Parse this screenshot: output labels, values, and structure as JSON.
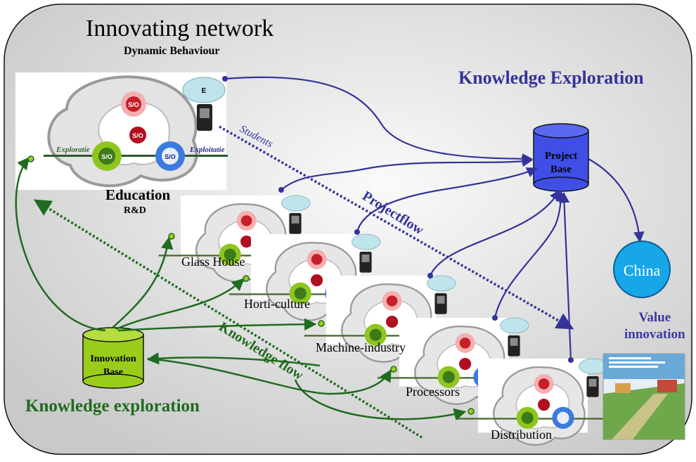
{
  "title": "Innovating network",
  "subtitle": "Dynamic Behaviour",
  "headings": {
    "knowledge_exploration_top": "Knowledge Exploration",
    "knowledge_exploration_bottom": "Knowledge exploration"
  },
  "education": {
    "label": "Education",
    "sublabel": "R&D"
  },
  "knot_labels": {
    "S_O": "S/O",
    "E": "E",
    "exploratie": "Exploratie",
    "exploitatie": "Exploitatie"
  },
  "nodes": {
    "glass_house": "Glass House",
    "horti_culture": "Horti-culture",
    "machine_industry": "Machine-industry",
    "processors": "Processors",
    "distribution": "Distribution"
  },
  "databases": {
    "project_base": [
      "Project",
      "Base"
    ],
    "innovation_base": [
      "Innovation",
      "Base"
    ]
  },
  "china": "China",
  "value_innovation": [
    "Value",
    "innovation"
  ],
  "flows": {
    "students": "Students",
    "projectflow": "Projectflow",
    "knowledge_flow": "Knowledge flow"
  },
  "colors": {
    "blue_arrow": "#333399",
    "green_arrow": "#1f6b1f",
    "project_base_fill": "#3f4fe6",
    "innovation_base_fill": "#9acd1a",
    "china_fill": "#17a7e8"
  }
}
